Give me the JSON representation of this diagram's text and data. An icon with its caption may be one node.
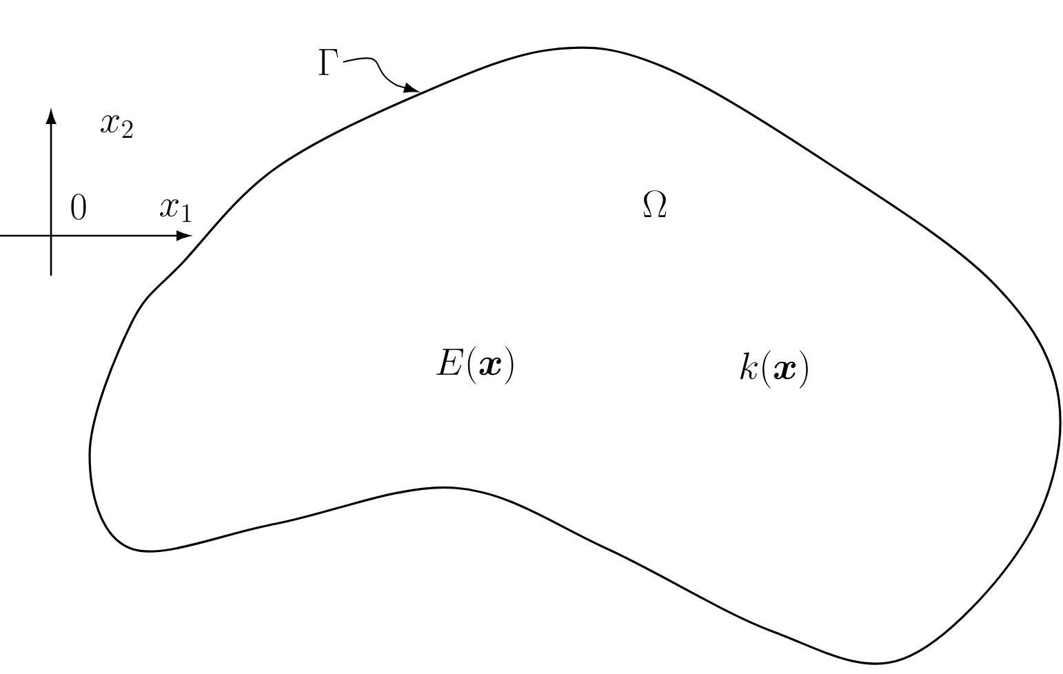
{
  "diagram": {
    "nodes": [
      {
        "text": [
          "\\Omega",
          "E(\\boldsymbol{x})",
          "k(\\boldsymbol{x})"
        ]
      },
      {
        "text": [
          "\\Gamma"
        ]
      }
    ],
    "edges": [
      {
        "from": 1,
        "to": 0,
        "arrow": "to"
      }
    ],
    "labels": [
      "x_2",
      "0",
      "x_1"
    ]
  }
}
